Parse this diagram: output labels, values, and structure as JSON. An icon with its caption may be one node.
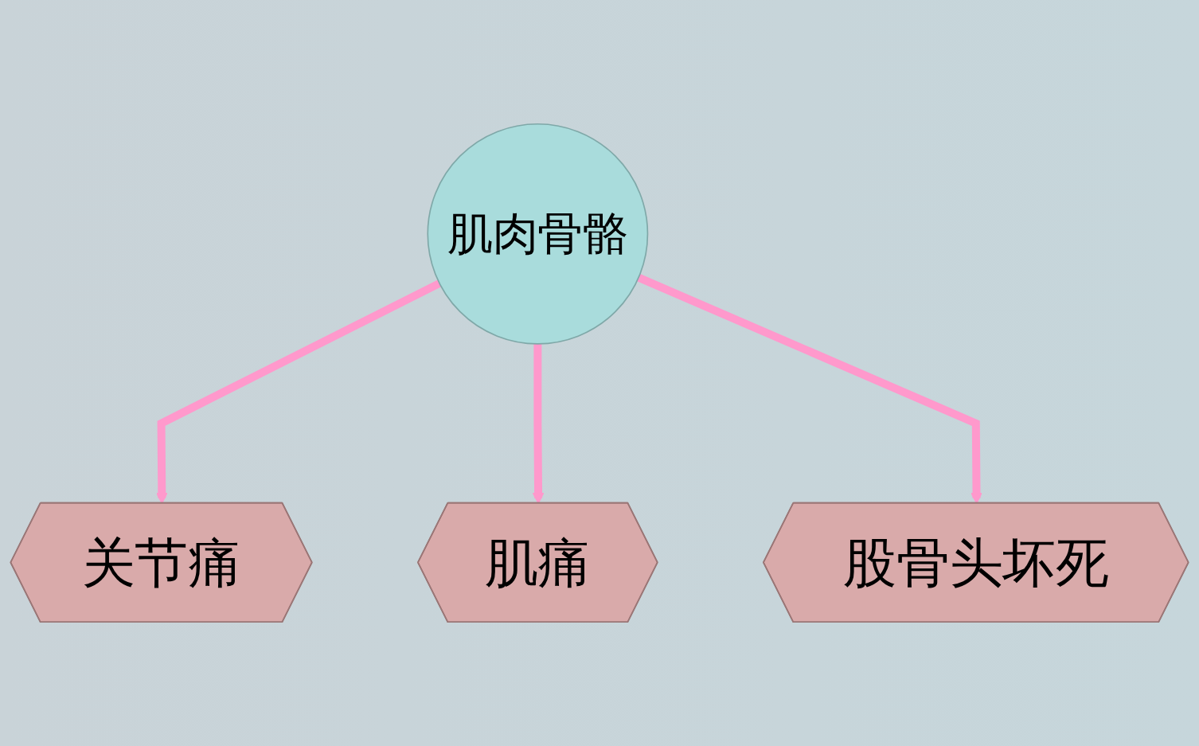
{
  "diagram": {
    "nodes": [
      {
        "text": [
          "肌肉骨骼"
        ]
      },
      {
        "text": [
          "关节痛"
        ]
      },
      {
        "text": [
          "肌痛"
        ]
      },
      {
        "text": [
          "股骨头坏死"
        ]
      }
    ],
    "edges": [
      {
        "from": 0,
        "to": 1,
        "arrow": "to"
      },
      {
        "from": 0,
        "to": 2,
        "arrow": "to"
      },
      {
        "from": 0,
        "to": 3,
        "arrow": "to"
      }
    ]
  }
}
